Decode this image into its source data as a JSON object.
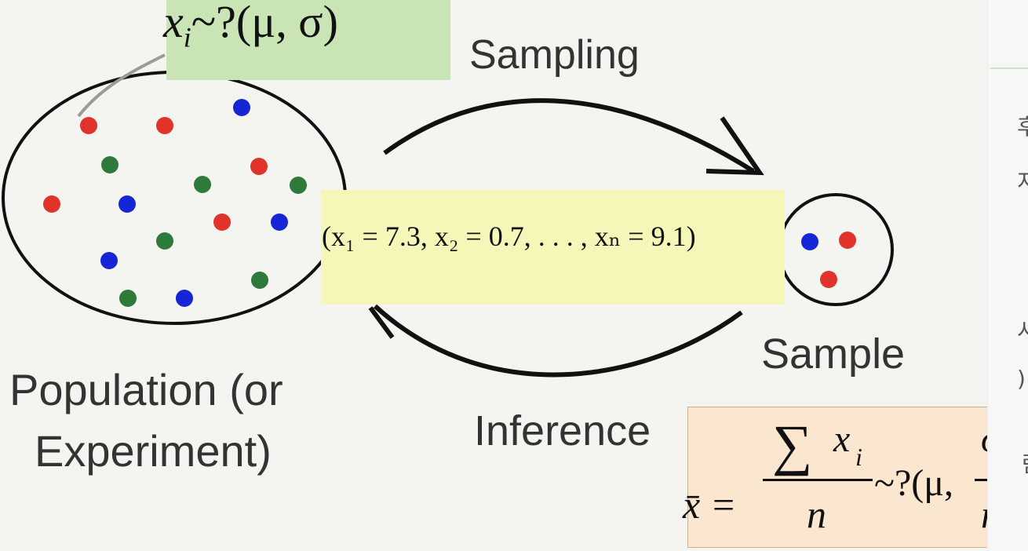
{
  "labels": {
    "sampling": "Sampling",
    "sample": "Sample",
    "inference": "Inference",
    "population_line1": "Population (or",
    "population_line2": "Experiment)"
  },
  "formulas": {
    "population_var": "x",
    "population_sub": "i",
    "population_rest": "~?(μ, σ)",
    "sample_values": "(x₁ = 7.3, x₂ = 0.7, . . . , xₙ = 9.1)",
    "mean_lhs": "x̄ =",
    "mean_sum": "∑",
    "mean_x": "x",
    "mean_i": "i",
    "mean_n": "n",
    "mean_dist": "~?(μ,",
    "mean_sigma": "σ",
    "mean_close": ")"
  },
  "side_panel_glyphs": [
    "후",
    "지",
    "시",
    ")",
    "람"
  ],
  "colors": {
    "dot_red": "#e0342b",
    "dot_green": "#2e7a3a",
    "dot_blue": "#1626d6",
    "pop_box": "#c9e4b5",
    "sample_box": "#f4f7b8",
    "mean_box": "#fbe6cf"
  }
}
